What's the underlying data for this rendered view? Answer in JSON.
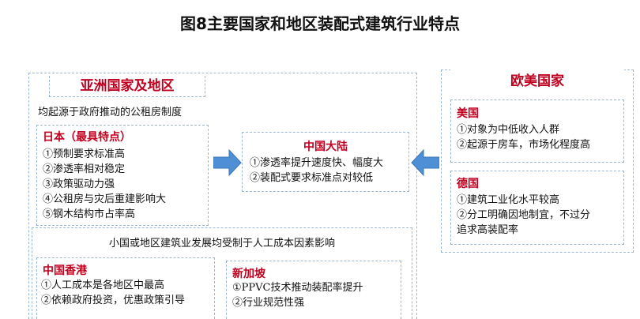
{
  "title": "图8主要国家和地区装配式建筑行业特点",
  "asia": {
    "header": "亚洲国家及地区",
    "intro": "均起源于政府推动的公租房制度",
    "japan": {
      "heading": "日本（最具特点）",
      "items": [
        "①预制要求标准高",
        "②渗透率相对稳定",
        "③政策驱动力强",
        "④公租房与灾后重建影响大",
        "⑤钢木结构市占率高"
      ]
    },
    "small_note": "小国或地区建筑业发展均受制于人工成本因素影响",
    "hongkong": {
      "heading": "中国香港",
      "items": [
        "①人工成本是各地区中最高",
        "②依赖政府投资，优惠政策引导"
      ]
    },
    "singapore": {
      "heading": "新加坡",
      "items": [
        "①PPVC技术推动装配率提升",
        "②行业规范性强"
      ]
    }
  },
  "china": {
    "heading": "中国大陆",
    "items": [
      "①渗透率提升速度快、幅度大",
      "②装配式要求标准点对较低"
    ]
  },
  "west": {
    "header": "欧美国家",
    "usa": {
      "heading": "美国",
      "items": [
        "①对象为中低收入人群",
        "②起源于房车，市场化程度高"
      ]
    },
    "germany": {
      "heading": "德国",
      "items": [
        "①建筑工业化水平较高",
        "②分工明确因地制宜，不过分",
        "追求高装配率"
      ]
    }
  },
  "colors": {
    "accent_red": "#c0001f",
    "dash_blue": "#9db8d4",
    "arrow_blue": "#4f8fd6"
  }
}
